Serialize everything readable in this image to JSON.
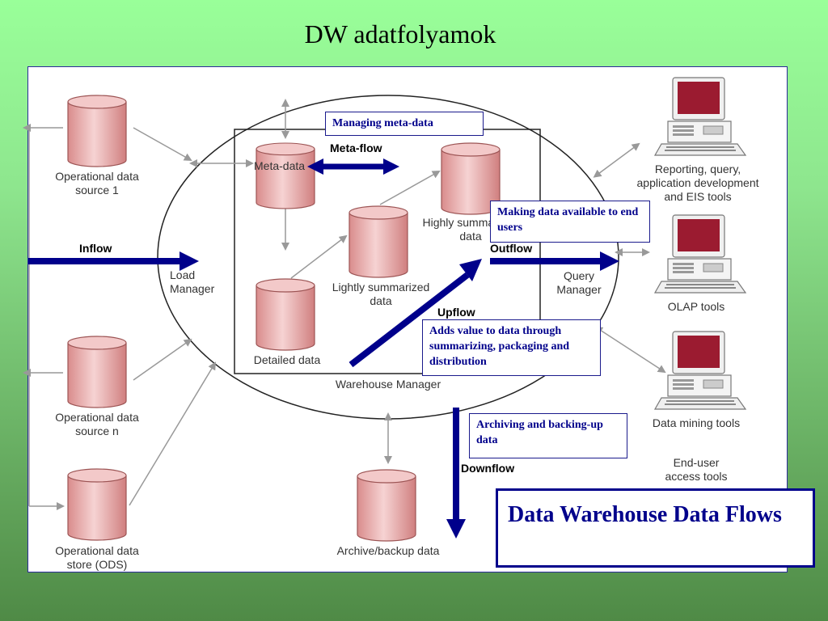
{
  "slide": {
    "title": "DW adatfolyamok"
  },
  "diagram": {
    "sources": {
      "source1": "Operational data\nsource 1",
      "sourceN": "Operational data\nsource n",
      "ods": "Operational data\nstore (ODS)"
    },
    "warehouse": {
      "meta_data": "Meta-data",
      "highly_summarized": "Highly summarized\ndata",
      "lightly_summarized": "Lightly summarized\ndata",
      "detailed": "Detailed data",
      "manager": "Warehouse Manager",
      "archive": "Archive/backup data"
    },
    "managers": {
      "load": "Load\nManager",
      "query": "Query\nManager"
    },
    "flows": {
      "inflow": "Inflow",
      "outflow": "Outflow",
      "upflow": "Upflow",
      "downflow": "Downflow",
      "metaflow": "Meta-flow"
    },
    "tools": {
      "reporting": "Reporting, query,\napplication development\nand EIS tools",
      "olap": "OLAP tools",
      "mining": "Data mining tools",
      "group": "End-user\naccess tools"
    },
    "callouts": {
      "meta": "Managing meta-data",
      "available": "Making data available to end users",
      "adds_value": "Adds value to data through summarizing, packaging and distribution",
      "archiving": "Archiving and backing-up data",
      "main": "Data Warehouse Data Flows"
    }
  },
  "colors": {
    "background_top": "#99ff99",
    "background_bottom": "#4f8a46",
    "cylinder_fill": "#e9a5a5",
    "cylinder_stroke": "#9c5454",
    "flow_arrow": "#00008b",
    "connector": "#999999",
    "monitor": "#9b1b30",
    "callout_text": "#00008b"
  }
}
